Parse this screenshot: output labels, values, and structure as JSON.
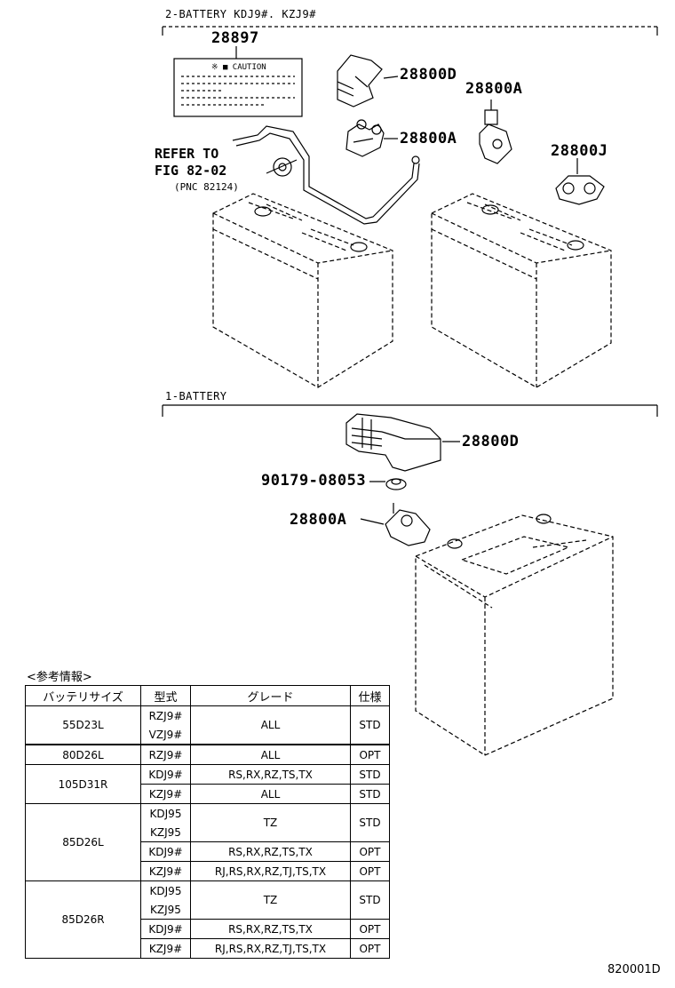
{
  "sections": {
    "upper": "2-BATTERY  KDJ9#. KZJ9#",
    "lower": "1-BATTERY"
  },
  "labels": {
    "caution_pn": "28897",
    "caution_text": "※ ■ CAUTION",
    "pn_28800D_top": "28800D",
    "pn_28800A_mid": "28800A",
    "pn_28800A_right": "28800A",
    "pn_28800J": "28800J",
    "refer_line1": "REFER TO",
    "refer_line2": "FIG 82-02",
    "refer_pnc": "(PNC 82124)",
    "pn_28800D_low": "28800D",
    "pn_90179": "90179-08053",
    "pn_28800A_low": "28800A"
  },
  "table": {
    "caption": "<参考情報>",
    "headers": [
      "バッテリサイズ",
      "型式",
      "グレード",
      "仕様"
    ],
    "rows": [
      {
        "size": "55D23L",
        "model": "RZJ9#",
        "grade": "ALL",
        "spec": "STD"
      },
      {
        "size": "",
        "model": "VZJ9#",
        "grade": "",
        "spec": ""
      },
      {
        "size": "80D26L",
        "model": "RZJ9#",
        "grade": "ALL",
        "spec": "OPT"
      },
      {
        "size": "105D31R",
        "model": "KDJ9#",
        "grade": "RS,RX,RZ,TS,TX",
        "spec": "STD"
      },
      {
        "size": "",
        "model": "KZJ9#",
        "grade": "ALL",
        "spec": "STD"
      },
      {
        "size": "85D26L",
        "model": "KDJ95",
        "grade": "TZ",
        "spec": "STD"
      },
      {
        "size": "",
        "model": "KZJ95",
        "grade": "",
        "spec": ""
      },
      {
        "size": "",
        "model": "KDJ9#",
        "grade": "RS,RX,RZ,TS,TX",
        "spec": "OPT"
      },
      {
        "size": "",
        "model": "KZJ9#",
        "grade": "RJ,RS,RX,RZ,TJ,TS,TX",
        "spec": "OPT"
      },
      {
        "size": "85D26R",
        "model": "KDJ95",
        "grade": "TZ",
        "spec": "STD"
      },
      {
        "size": "",
        "model": "KZJ95",
        "grade": "",
        "spec": ""
      },
      {
        "size": "",
        "model": "KDJ9#",
        "grade": "RS,RX,RZ,TS,TX",
        "spec": "OPT"
      },
      {
        "size": "",
        "model": "KZJ9#",
        "grade": "RJ,RS,RX,RZ,TJ,TS,TX",
        "spec": "OPT"
      }
    ]
  },
  "footer": {
    "code": "820001D"
  }
}
